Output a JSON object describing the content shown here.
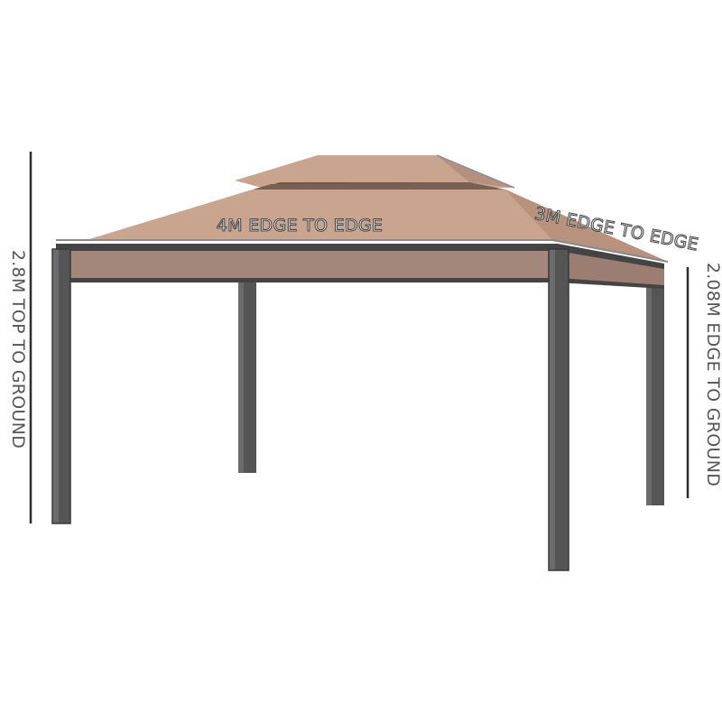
{
  "figure": {
    "subject": "gazebo-dimension-diagram",
    "colors": {
      "roof_light": "#c9a590",
      "roof_mid": "#b89580",
      "roof_shadow": "#8a6b5a",
      "valance": "#a3877a",
      "post": "#5e5e5e",
      "post_dark": "#3c3c3c",
      "dimension_line": "#2e2e2e"
    }
  },
  "dimensions": {
    "width_label": "4M EDGE TO EDGE",
    "depth_label": "3M EDGE TO EDGE",
    "total_height_label": "2.8M TOP TO GROUND",
    "side_height_label": "2.08M EDGE TO GROUND"
  }
}
